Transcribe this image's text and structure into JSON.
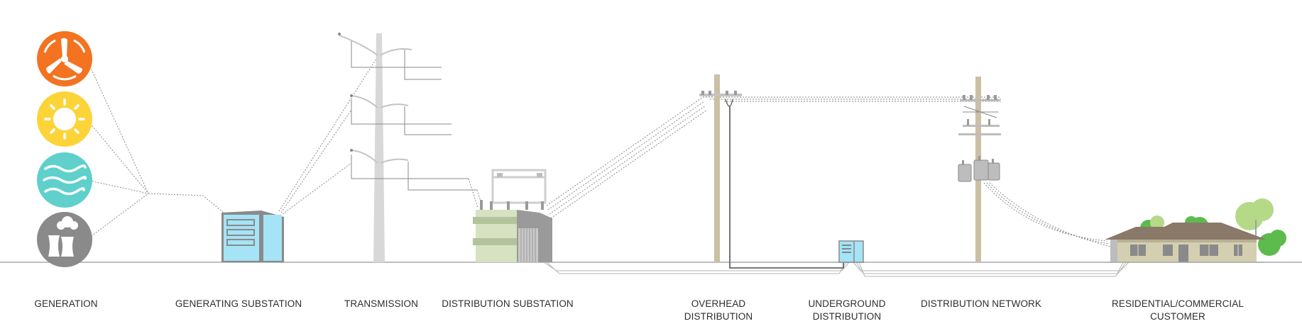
{
  "labels": {
    "generation": "GENERATION",
    "generating_substation": "GENERATING SUBSTATION",
    "transmission": "TRANSMISSION",
    "distribution_substation": "DISTRIBUTION SUBSTATION",
    "overhead_distribution": [
      "OVERHEAD",
      "DISTRIBUTION"
    ],
    "underground_distribution": [
      "UNDERGROUND",
      "DISTRIBUTION"
    ],
    "distribution_network": "DISTRIBUTION NETWORK",
    "customer": [
      "RESIDENTIAL/COMMERCIAL",
      "CUSTOMER"
    ]
  },
  "sources": [
    {
      "name": "wind-turbine-icon",
      "color": "#f37321"
    },
    {
      "name": "sun-icon",
      "color": "#fcd43a"
    },
    {
      "name": "water-waves-icon",
      "color": "#5fd0cc"
    },
    {
      "name": "power-plant-icon",
      "color": "#8a8a8a"
    }
  ],
  "colors": {
    "ground": "#a9a9a9",
    "line": "#7d7d7d",
    "pole_wood": "#cbbfa6",
    "tower": "#d8d8d8",
    "substation_blue": "#a5e3f6",
    "substation_grey": "#8a8a8a",
    "distribution_green": "#d6e2c2",
    "house_wall": "#d4cfb1",
    "roof": "#8a7869",
    "tree_green": "#5dbb4e",
    "tree_light": "#b4d987"
  }
}
